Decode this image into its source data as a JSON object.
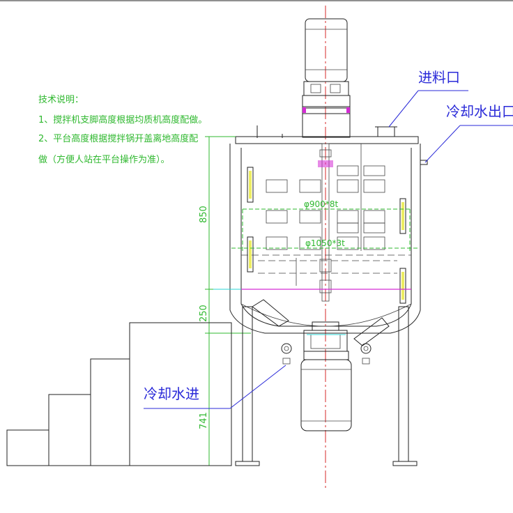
{
  "notes": {
    "title": "技术说明：",
    "line1": "1、搅拌机支脚高度根据均质机高度配做。",
    "line2a": "2、平台高度根据搅拌锅开盖离地高度配",
    "line2b": "做（方便人站在平台操作为准）。"
  },
  "labels": {
    "feed_inlet": "进料口",
    "cooling_water_outlet": "冷却水出口",
    "cooling_water_inlet": "冷却水进"
  },
  "dimensions": {
    "upper_height": "850",
    "mid_height": "250",
    "leg_height": "741",
    "inner_diameter": "φ900*8t",
    "outer_diameter": "φ1050*3t"
  },
  "colors": {
    "line": "#222222",
    "dimension": "#2fb82f",
    "label": "#2a2ad8",
    "centerline": "#d42a2a",
    "accent": "#d42ad4",
    "highlight": "#e8e83a",
    "cyan": "#2ad4d4"
  }
}
